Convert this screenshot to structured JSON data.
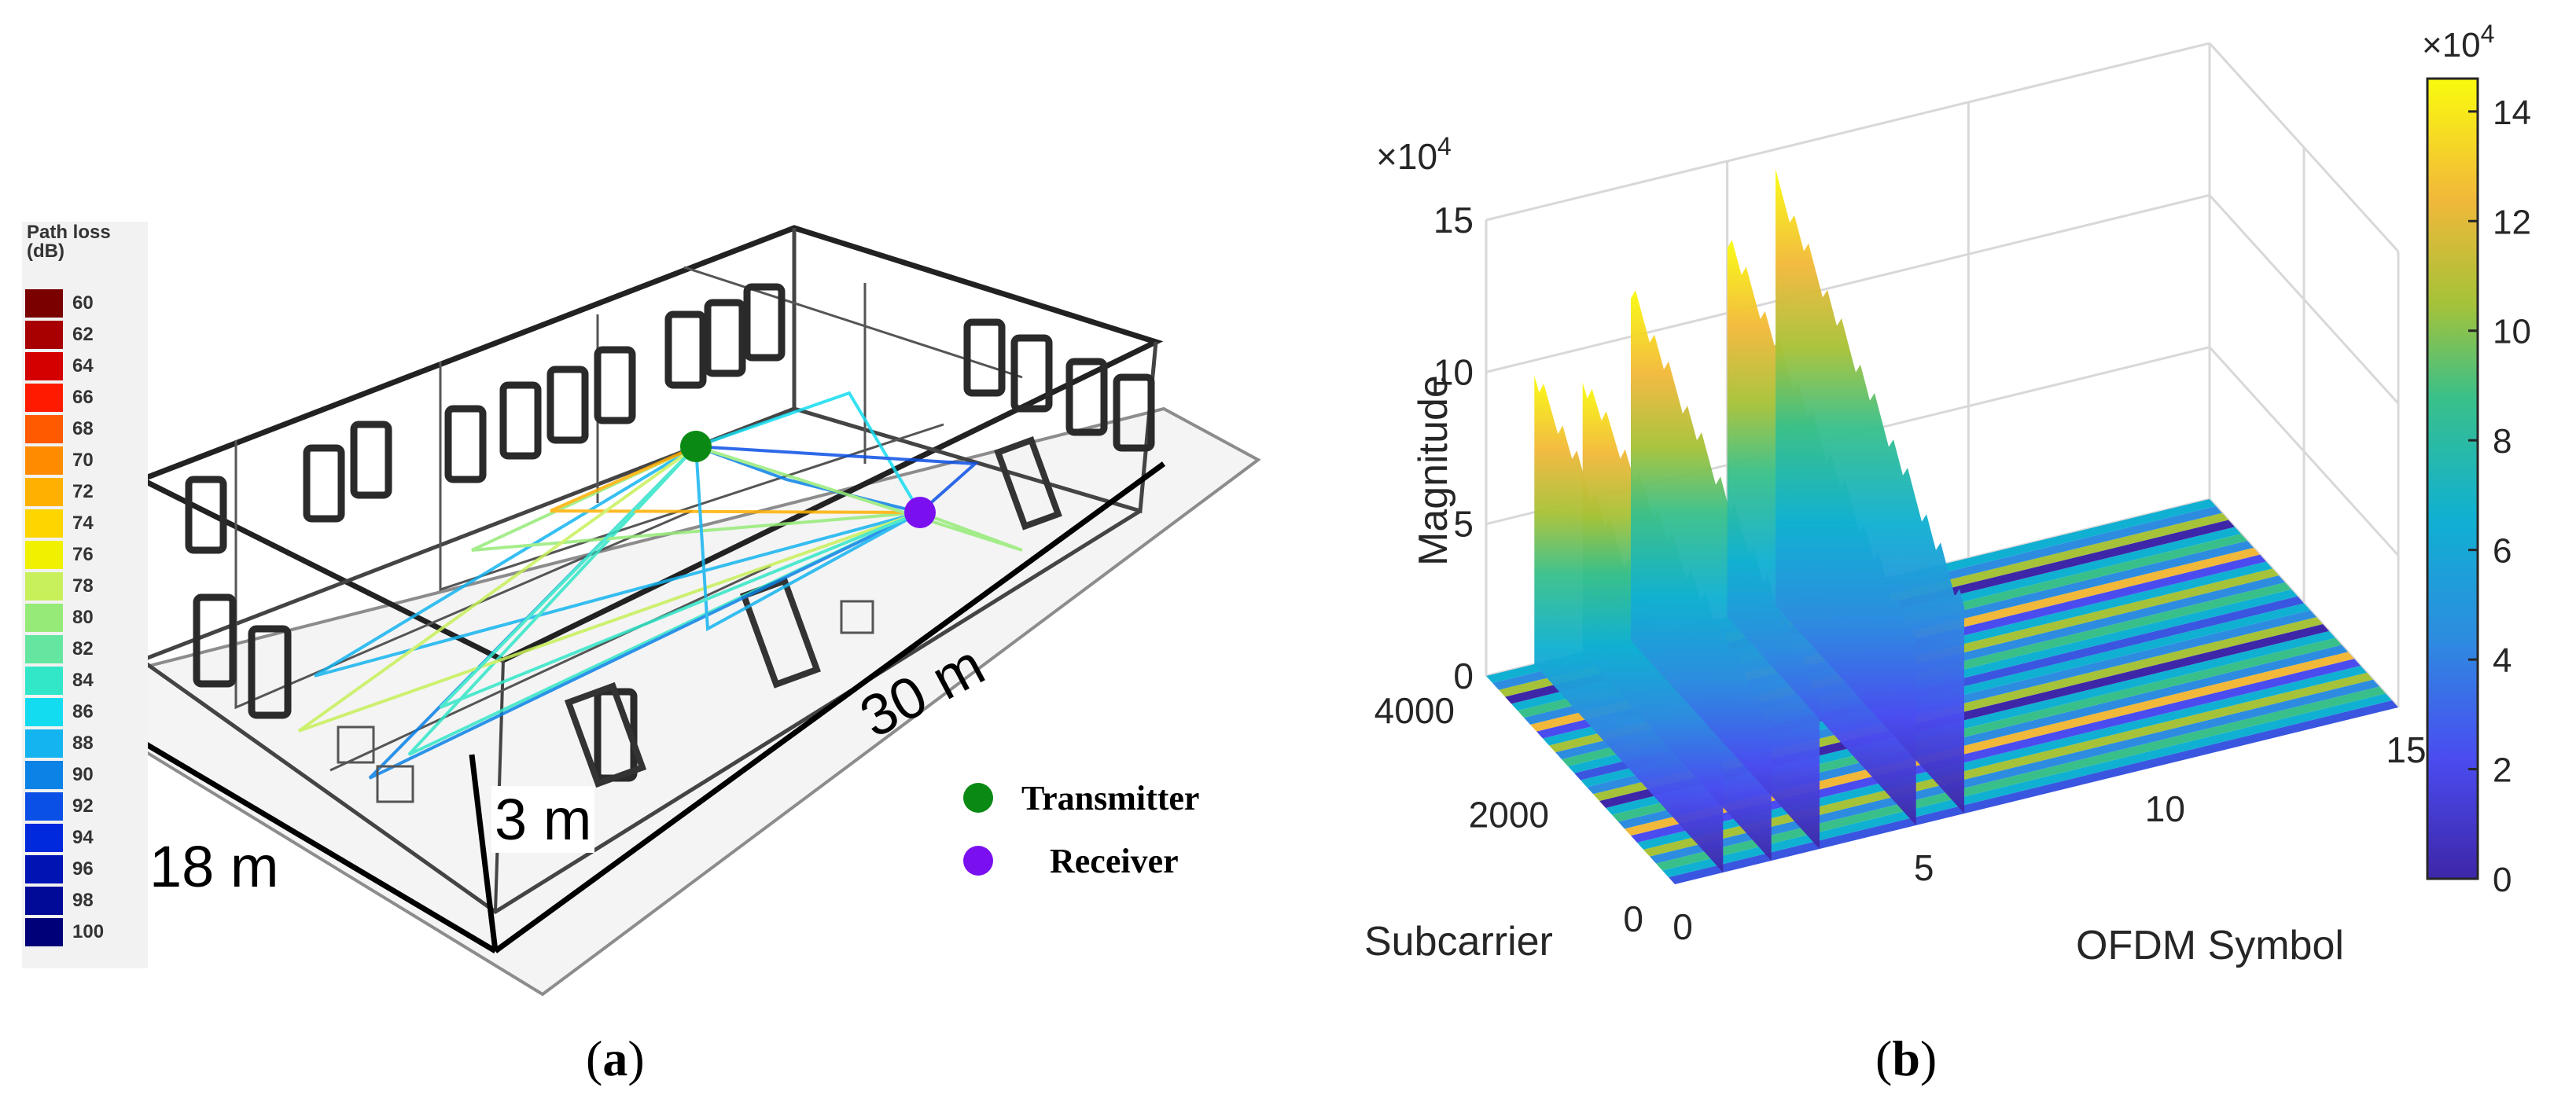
{
  "panel_a": {
    "legend": {
      "title_line1": "Path loss",
      "title_line2": "(dB)",
      "levels": [
        {
          "label": "60",
          "color": "#7a0000"
        },
        {
          "label": "62",
          "color": "#a80000"
        },
        {
          "label": "64",
          "color": "#d40000"
        },
        {
          "label": "66",
          "color": "#ff1a00"
        },
        {
          "label": "68",
          "color": "#ff5a00"
        },
        {
          "label": "70",
          "color": "#ff8c00"
        },
        {
          "label": "72",
          "color": "#ffb000"
        },
        {
          "label": "74",
          "color": "#ffd500"
        },
        {
          "label": "76",
          "color": "#f0f000"
        },
        {
          "label": "78",
          "color": "#c8f05a"
        },
        {
          "label": "80",
          "color": "#96eb78"
        },
        {
          "label": "82",
          "color": "#64e6a0"
        },
        {
          "label": "84",
          "color": "#32e6c8"
        },
        {
          "label": "86",
          "color": "#14dcf0"
        },
        {
          "label": "88",
          "color": "#14b4f0"
        },
        {
          "label": "90",
          "color": "#0a82e6"
        },
        {
          "label": "92",
          "color": "#0a50e6"
        },
        {
          "label": "94",
          "color": "#0028dc"
        },
        {
          "label": "96",
          "color": "#0014b4"
        },
        {
          "label": "98",
          "color": "#000a96"
        },
        {
          "label": "100",
          "color": "#000078"
        }
      ]
    },
    "dimensions": {
      "width": "18 m",
      "length": "30 m",
      "height": "3 m"
    },
    "markers": {
      "transmitter": {
        "label": "Transmitter",
        "color": "#0a8a14"
      },
      "receiver": {
        "label": "Receiver",
        "color": "#7a10f0"
      }
    },
    "caption": "a"
  },
  "panel_b": {
    "caption": "b",
    "chart_data": {
      "type": "surface",
      "title": "",
      "xlabel": "OFDM Symbol",
      "ylabel": "Subcarrier",
      "zlabel": "Magnitude",
      "xlim": [
        0,
        15
      ],
      "ylim": [
        0,
        4000
      ],
      "zlim": [
        0,
        150000
      ],
      "x_ticks": [
        "0",
        "5",
        "10",
        "15"
      ],
      "y_ticks": [
        "0",
        "2000",
        "4000"
      ],
      "z_ticks": [
        "0",
        "5",
        "10",
        "15"
      ],
      "z_exponent": "×10",
      "z_exponent_power": "4",
      "surfaces": [
        {
          "x": 1,
          "subcarriers": [
            0,
            4000
          ],
          "magnitude_start": 38000,
          "magnitude_end": 95000
        },
        {
          "x": 2,
          "subcarriers": [
            0,
            4000
          ],
          "magnitude_start": 45000,
          "magnitude_end": 90000
        },
        {
          "x": 3,
          "subcarriers": [
            0,
            4000
          ],
          "magnitude_start": 50000,
          "magnitude_end": 115000
        },
        {
          "x": 5,
          "subcarriers": [
            0,
            4000
          ],
          "magnitude_start": 60000,
          "magnitude_end": 125000
        },
        {
          "x": 6,
          "subcarriers": [
            0,
            4000
          ],
          "magnitude_start": 68000,
          "magnitude_end": 140000
        }
      ],
      "colorbar": {
        "ticks": [
          "0",
          "2",
          "4",
          "6",
          "8",
          "10",
          "12",
          "14"
        ],
        "exponent": "×10",
        "exponent_power": "4",
        "range": [
          0,
          14.6
        ]
      }
    }
  }
}
